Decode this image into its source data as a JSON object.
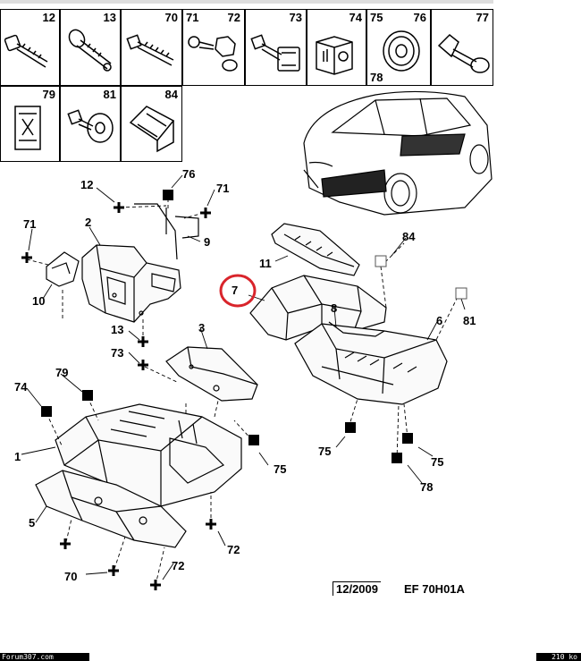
{
  "parts_grid": {
    "row1": [
      {
        "label": "12"
      },
      {
        "label": "13"
      },
      {
        "label": "70"
      },
      {
        "label_a": "71",
        "label_b": "72"
      },
      {
        "label": "73"
      },
      {
        "label": "74"
      },
      {
        "label_a": "75",
        "label_b": "76",
        "label_c": "78"
      },
      {
        "label": "77"
      }
    ],
    "row2": [
      {
        "label": "79"
      },
      {
        "label": "81"
      },
      {
        "label": "84"
      }
    ]
  },
  "callouts": {
    "c12": "12",
    "c76": "76",
    "c71a": "71",
    "c2": "2",
    "c9": "9",
    "c71b": "71",
    "c10": "10",
    "c84": "84",
    "c11": "11",
    "c7": "7",
    "c81": "81",
    "c8": "8",
    "c6": "6",
    "c13": "13",
    "c3": "3",
    "c73": "73",
    "c79": "79",
    "c74": "74",
    "c1": "1",
    "c75a": "75",
    "c75b": "75",
    "c75c": "75",
    "c78": "78",
    "c5": "5",
    "c72a": "72",
    "c70": "70",
    "c72b": "72"
  },
  "footer": {
    "date": "12/2009",
    "code": "EF 70H01A",
    "site": "Forum307.com",
    "size": "210 ko"
  },
  "colors": {
    "highlight": "#d9242b",
    "line": "#000000"
  }
}
